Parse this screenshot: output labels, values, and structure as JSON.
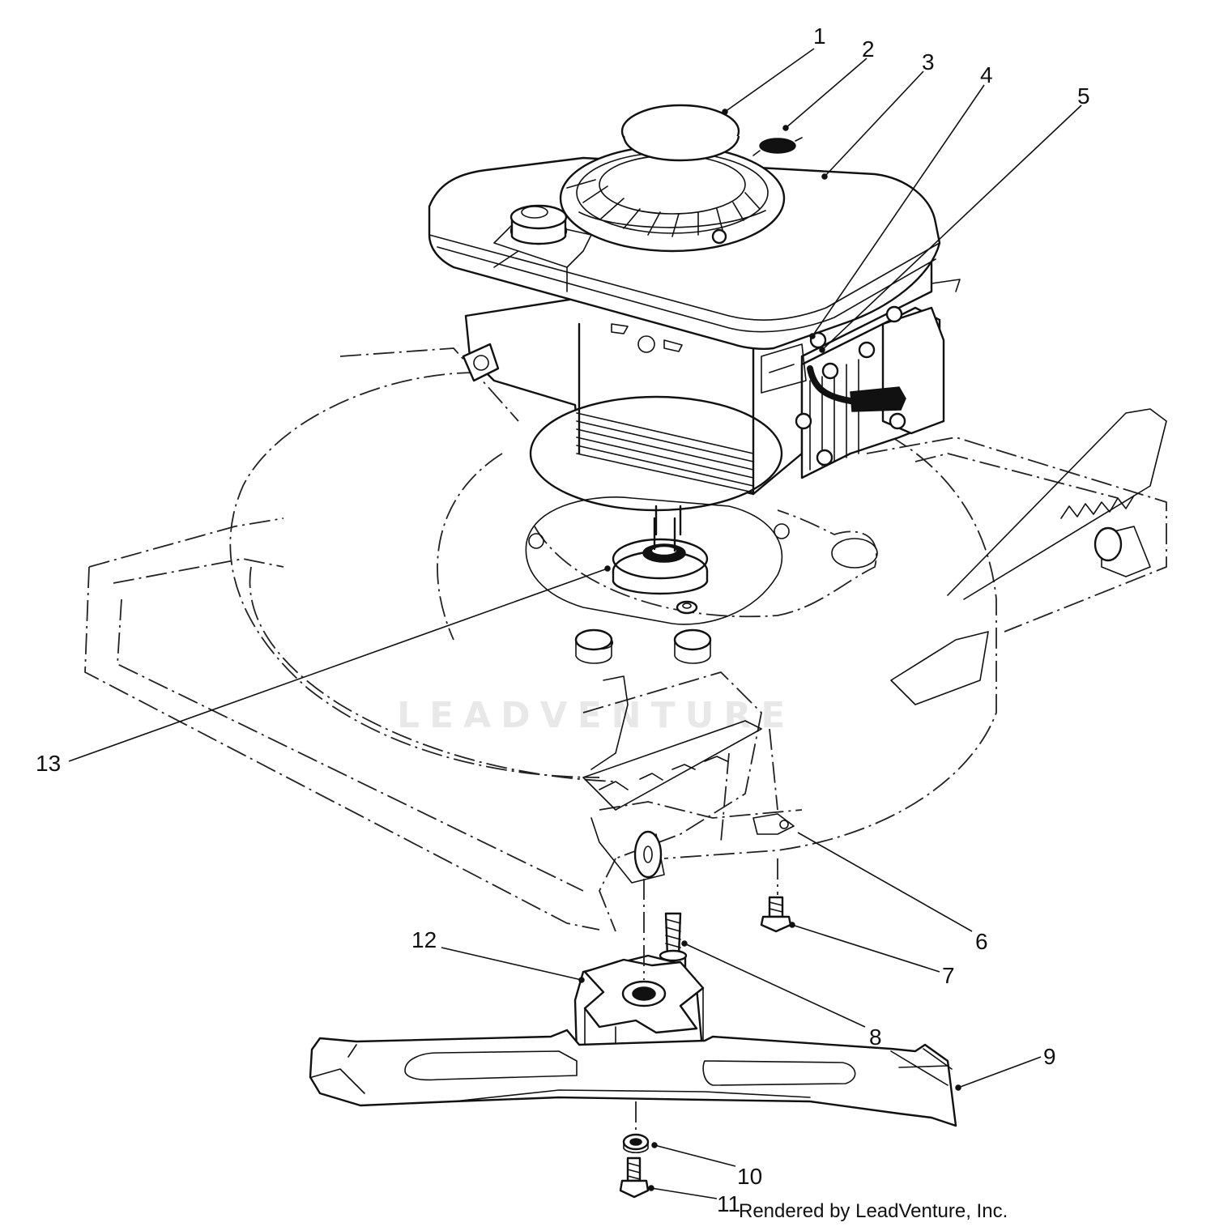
{
  "diagram": {
    "callouts": [
      {
        "number": "1",
        "part": "part-1"
      },
      {
        "number": "2",
        "part": "part-2"
      },
      {
        "number": "3",
        "part": "part-3"
      },
      {
        "number": "4",
        "part": "part-4"
      },
      {
        "number": "5",
        "part": "part-5"
      },
      {
        "number": "6",
        "part": "part-6"
      },
      {
        "number": "7",
        "part": "part-7"
      },
      {
        "number": "8",
        "part": "part-8"
      },
      {
        "number": "9",
        "part": "part-9"
      },
      {
        "number": "10",
        "part": "part-10"
      },
      {
        "number": "11",
        "part": "part-11"
      },
      {
        "number": "12",
        "part": "part-12"
      },
      {
        "number": "13",
        "part": "part-13"
      }
    ],
    "watermark": "LEADVENTURE",
    "credit": "Rendered by LeadVenture, Inc."
  }
}
